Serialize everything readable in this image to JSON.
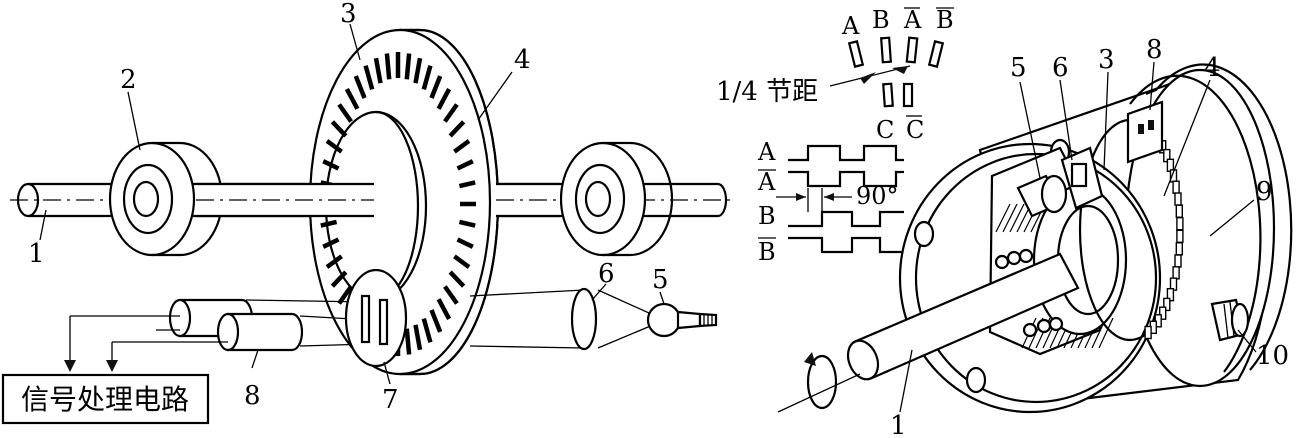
{
  "left_figure": {
    "labels": {
      "shaft": "1",
      "bearing": "2",
      "code_track": "3",
      "code_disc": "4",
      "light_source": "5",
      "lens": "6",
      "slit_plate": "7",
      "photo_element": "8"
    },
    "signal_box": "信号处理电路"
  },
  "middle_figure": {
    "slit_labels": {
      "a": "A",
      "b": "B",
      "a_bar": "A",
      "b_bar": "B",
      "c": "C",
      "c_bar": "C"
    },
    "pitch_label": "1/4 节距",
    "waveform_labels": {
      "a": "A",
      "a_bar": "A",
      "b": "B",
      "b_bar": "B"
    },
    "phase_label": "90°"
  },
  "right_figure": {
    "labels": {
      "shaft": "1",
      "code_track": "3",
      "code_disc": "4",
      "light_source": "5",
      "lens": "6",
      "photo_element": "8",
      "housing": "9",
      "connector": "10"
    }
  }
}
